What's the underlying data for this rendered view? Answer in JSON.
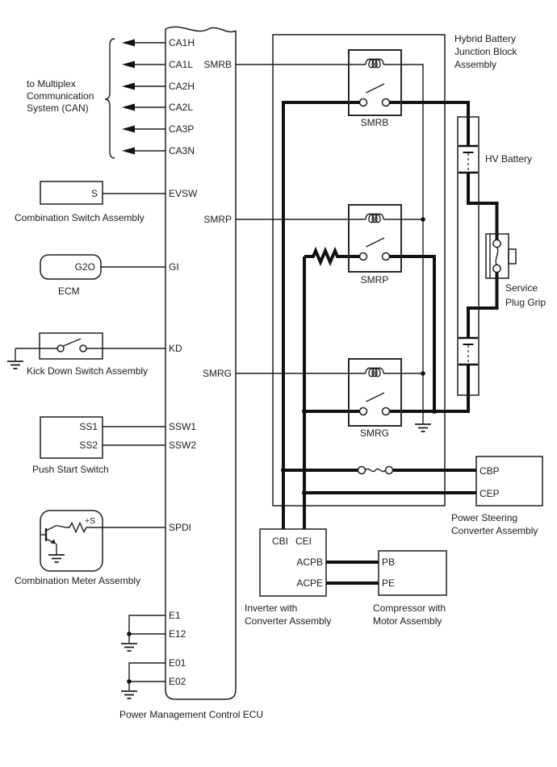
{
  "page": {
    "background": "#ffffff",
    "line_color": "#1e1e1e"
  },
  "can": {
    "note_lines": [
      "to Multiplex",
      "Communication",
      "System (CAN)"
    ]
  },
  "ecu": {
    "title": "Power Management Control ECU",
    "can_pins": [
      "CA1H",
      "CA1L",
      "CA2H",
      "CA2L",
      "CA3P",
      "CA3N"
    ],
    "pins": {
      "evsw": "EVSW",
      "gi": "GI",
      "kd": "KD",
      "ssw1": "SSW1",
      "ssw2": "SSW2",
      "spdi": "SPDI",
      "e1": "E1",
      "e12": "E12",
      "e01": "E01",
      "e02": "E02"
    },
    "wire_labels": {
      "smrb": "SMRB",
      "smrp": "SMRP",
      "smrg": "SMRG"
    }
  },
  "components": {
    "combination_switch": {
      "label": "Combination Switch Assembly",
      "pin": "S"
    },
    "ecm": {
      "label": "ECM",
      "pin": "G2O"
    },
    "kick_down_switch": {
      "label": "Kick Down Switch Assembly"
    },
    "push_start_switch": {
      "label": "Push Start Switch",
      "pins": [
        "SS1",
        "SS2"
      ]
    },
    "combination_meter": {
      "label": "Combination Meter Assembly",
      "pin": "+S"
    },
    "junction_block": {
      "label_lines": [
        "Hybrid Battery",
        "Junction Block",
        "Assembly"
      ],
      "relays": [
        "SMRB",
        "SMRP",
        "SMRG"
      ]
    },
    "hv_battery": {
      "label": "HV Battery"
    },
    "service_plug": {
      "label_lines": [
        "Service",
        "Plug Grip"
      ]
    },
    "power_steering": {
      "label_lines": [
        "Power Steering",
        "Converter Assembly"
      ],
      "pins": [
        "CBP",
        "CEP"
      ]
    },
    "inverter": {
      "label_lines": [
        "Inverter with",
        "Converter Assembly"
      ],
      "pins": [
        "CBI",
        "CEI",
        "ACPB",
        "ACPE"
      ]
    },
    "compressor": {
      "label_lines": [
        "Compressor with",
        "Motor Assembly"
      ],
      "pins": [
        "PB",
        "PE"
      ]
    }
  }
}
